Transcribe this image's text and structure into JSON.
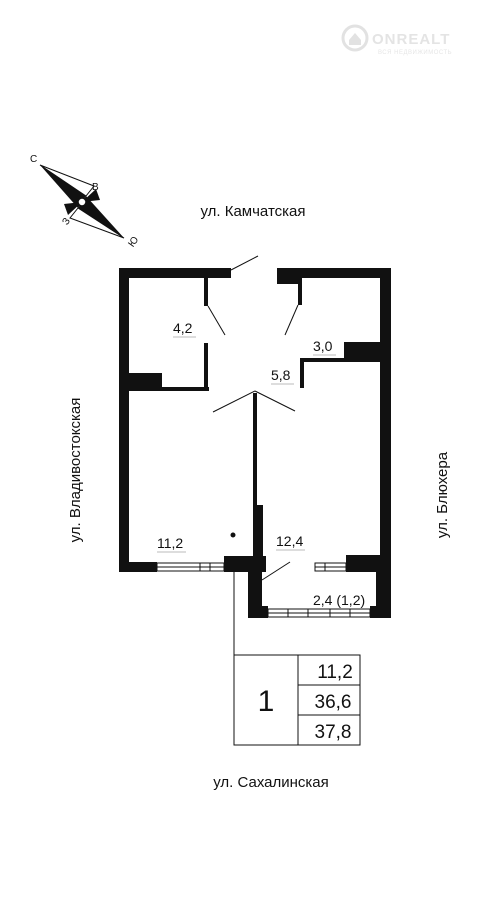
{
  "watermark": {
    "brand": "ONREALT",
    "tagline": "ВСЯ НЕДВИЖИМОСТЬ"
  },
  "compass": {
    "north": "С",
    "east": "В",
    "south": "Ю",
    "west": "З"
  },
  "streets": {
    "top": "ул. Камчатская",
    "left": "ул. Владивостокская",
    "right": "ул. Блюхера",
    "bottom": "ул. Сахалинская"
  },
  "rooms": {
    "bathroom": "4,2",
    "toilet": "3,0",
    "hallway": "5,8",
    "room": "11,2",
    "kitchen": "12,4",
    "loggia": "2,4 (1,2)"
  },
  "summary": {
    "rooms_count": "1",
    "living_area": "11,2",
    "total_area": "36,6",
    "total_with_loggia": "37,8"
  }
}
